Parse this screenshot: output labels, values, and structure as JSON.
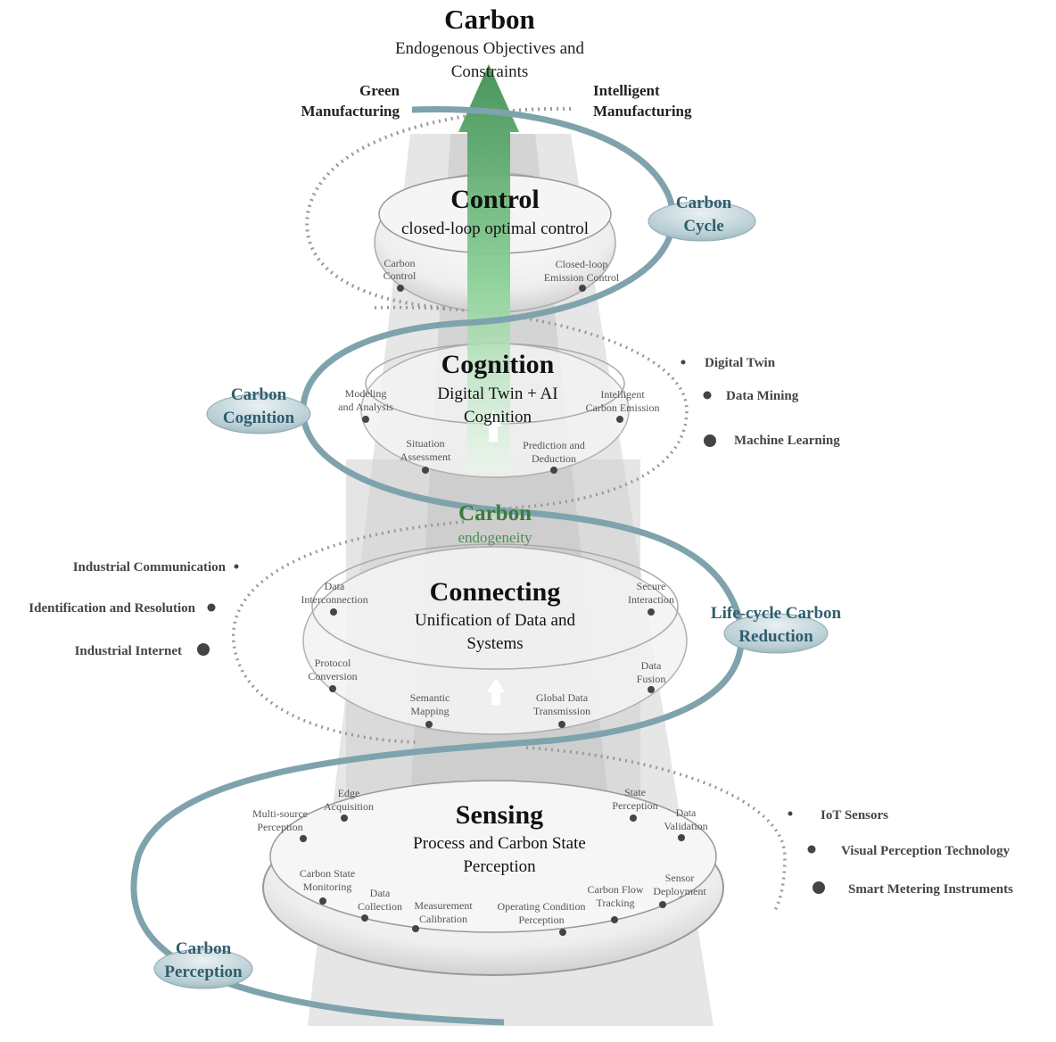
{
  "header": {
    "title": "Carbon",
    "subtitle_line1": "Endogenous Objectives and",
    "subtitle_line2": "Constraints",
    "left_label_line1": "Green",
    "left_label_line2": "Manufacturing",
    "right_label_line1": "Intelligent",
    "right_label_line2": "Manufacturing"
  },
  "middle": {
    "title": "Carbon",
    "subtitle": "endogeneity"
  },
  "layers": {
    "control": {
      "title": "Control",
      "subtitle": "closed-loop optimal control",
      "nodes": [
        {
          "line1": "Carbon",
          "line2": "Control"
        },
        {
          "line1": "Closed-loop",
          "line2": "Emission Control"
        }
      ]
    },
    "cognition": {
      "title": "Cognition",
      "subtitle_line1": "Digital Twin + AI",
      "subtitle_line2": "Cognition",
      "nodes": [
        {
          "line1": "Modeling",
          "line2": "and Analysis"
        },
        {
          "line1": "Intelligent",
          "line2": "Carbon Emission"
        },
        {
          "line1": "Situation",
          "line2": "Assessment"
        },
        {
          "line1": "Prediction and",
          "line2": "Deduction"
        }
      ]
    },
    "connecting": {
      "title": "Connecting",
      "subtitle_line1": "Unification of Data and",
      "subtitle_line2": "Systems",
      "nodes": [
        {
          "line1": "Data",
          "line2": "Interconnection"
        },
        {
          "line1": "Secure",
          "line2": "Interaction"
        },
        {
          "line1": "Protocol",
          "line2": "Conversion"
        },
        {
          "line1": "Data",
          "line2": "Fusion"
        },
        {
          "line1": "Semantic",
          "line2": "Mapping"
        },
        {
          "line1": "Global Data",
          "line2": "Transmission"
        }
      ]
    },
    "sensing": {
      "title": "Sensing",
      "subtitle_line1": "Process and Carbon State",
      "subtitle_line2": "Perception",
      "nodes": [
        {
          "line1": "Multi-source",
          "line2": "Perception"
        },
        {
          "line1": "Edge",
          "line2": "Acquisition"
        },
        {
          "line1": "State",
          "line2": "Perception"
        },
        {
          "line1": "Data",
          "line2": "Validation"
        },
        {
          "line1": "Carbon State",
          "line2": "Monitoring"
        },
        {
          "line1": "Data",
          "line2": "Collection"
        },
        {
          "line1": "Measurement",
          "line2": "Calibration"
        },
        {
          "line1": "Operating Condition",
          "line2": "Perception"
        },
        {
          "line1": "Carbon Flow",
          "line2": "Tracking"
        },
        {
          "line1": "Sensor",
          "line2": "Deployment"
        }
      ]
    }
  },
  "pills": {
    "carbon_cycle": {
      "line1": "Carbon",
      "line2": "Cycle"
    },
    "carbon_cognition": {
      "line1": "Carbon",
      "line2": "Cognition"
    },
    "lifecycle": {
      "line1": "Life-cycle Carbon",
      "line2": "Reduction"
    },
    "carbon_perception": {
      "line1": "Carbon",
      "line2": "Perception"
    }
  },
  "side_lists": {
    "cognition_tech": [
      "Digital Twin",
      "Data Mining",
      "Machine Learning"
    ],
    "connecting_tech": [
      "Industrial Communication",
      "Identification and Resolution",
      "Industrial Internet"
    ],
    "sensing_tech": [
      "IoT Sensors",
      "Visual Perception Technology",
      "Smart Metering Instruments"
    ]
  },
  "colors": {
    "teal": "#7fa3ad",
    "pill_text": "#2f5e6e",
    "arrow_green": "#6fbf7a",
    "middle_green": "#3a7d3a",
    "beam_gray": "#d9d9d9"
  }
}
